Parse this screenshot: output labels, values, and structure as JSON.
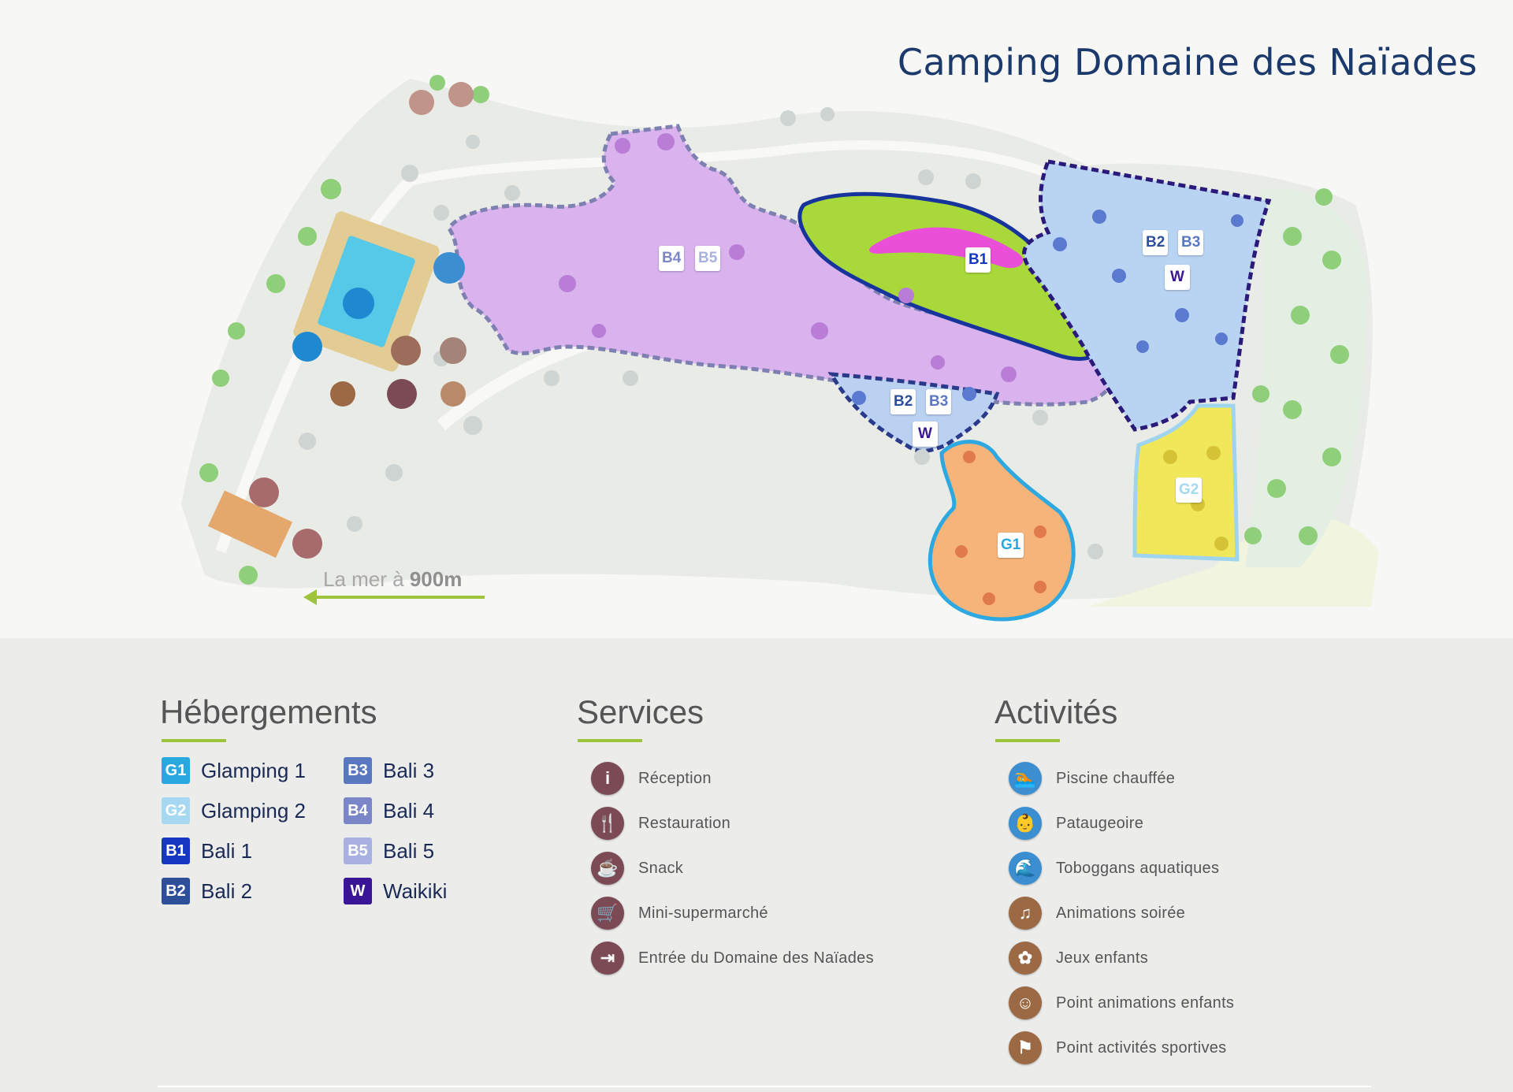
{
  "title": "Camping Domaine des Naïades",
  "sea": {
    "prefix": "La mer à ",
    "distance": "900m"
  },
  "colors": {
    "title": "#1b3a6b",
    "G1": "#29a8e0",
    "G2": "#a7d8f2",
    "B1": "#1538c2",
    "B2": "#2d4f9a",
    "B3": "#5a78c0",
    "B4": "#7b86c8",
    "B5": "#a9b1e0",
    "W": "#3a1596",
    "accent": "#9dc43a",
    "services_icon": "#7c4a55"
  },
  "zones": {
    "purple": [
      "B4",
      "B5"
    ],
    "green": [
      "B1"
    ],
    "right_blue": [
      "B2",
      "B3",
      "W"
    ],
    "middle_blue": [
      "B2",
      "B3",
      "W"
    ],
    "orange": [
      "G1"
    ],
    "yellow": [
      "G2"
    ]
  },
  "hebergements": {
    "title": "Hébergements",
    "items": [
      {
        "code": "G1",
        "label": "Glamping 1"
      },
      {
        "code": "G2",
        "label": "Glamping 2"
      },
      {
        "code": "B1",
        "label": "Bali 1"
      },
      {
        "code": "B2",
        "label": "Bali 2"
      },
      {
        "code": "B3",
        "label": "Bali 3"
      },
      {
        "code": "B4",
        "label": "Bali 4"
      },
      {
        "code": "B5",
        "label": "Bali 5"
      },
      {
        "code": "W",
        "label": "Waikiki"
      }
    ]
  },
  "services": {
    "title": "Services",
    "items": [
      {
        "icon": "info-icon",
        "glyph": "i",
        "label": "Réception"
      },
      {
        "icon": "restaurant-icon",
        "glyph": "🍴",
        "label": "Restauration"
      },
      {
        "icon": "snack-icon",
        "glyph": "☕",
        "label": "Snack"
      },
      {
        "icon": "basket-icon",
        "glyph": "🛒",
        "label": "Mini-supermarché"
      },
      {
        "icon": "entrance-icon",
        "glyph": "⇥",
        "label": "Entrée du Domaine des Naïades"
      }
    ]
  },
  "activites": {
    "title": "Activités",
    "items": [
      {
        "icon": "swimmer-icon",
        "glyph": "🏊",
        "label": "Piscine chauffée"
      },
      {
        "icon": "kiddie-pool-icon",
        "glyph": "👶",
        "label": "Pataugeoire"
      },
      {
        "icon": "waterslide-icon",
        "glyph": "🌊",
        "label": "Toboggans aquatiques"
      },
      {
        "icon": "music-icon",
        "glyph": "♫",
        "label": "Animations soirée"
      },
      {
        "icon": "playground-icon",
        "glyph": "✿",
        "label": "Jeux enfants"
      },
      {
        "icon": "kids-club-icon",
        "glyph": "☺",
        "label": "Point animations enfants"
      },
      {
        "icon": "sports-icon",
        "glyph": "⚑",
        "label": "Point activités sportives"
      }
    ]
  }
}
